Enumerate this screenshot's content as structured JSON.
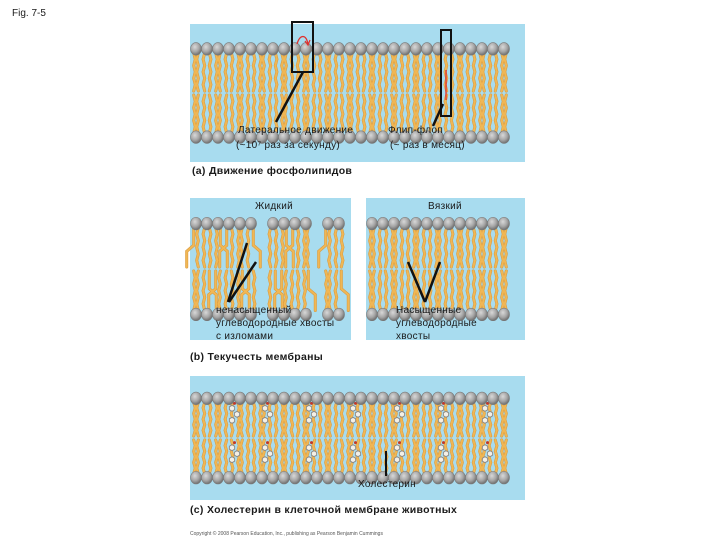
{
  "figure_label": "Fig. 7-5",
  "panel_a": {
    "caption": "(a) Движение фосфолипидов",
    "lateral_label": "Латеральное движение",
    "lateral_rate": "(~10⁷ раз за секунду)",
    "flipflop_label": "Флип-флоп",
    "flipflop_rate": "(~ раз в месяц)"
  },
  "panel_b": {
    "caption": "(b) Текучесть мембраны",
    "fluid_title": "Жидкий",
    "viscous_title": "Вязкий",
    "unsaturated_label": "ненасыщенный углеводородные хвосты с изломами",
    "saturated_label": "Насыщенные углеводородные хвосты"
  },
  "panel_c": {
    "caption": "(c) Холестерин в клеточной мембране животных",
    "cholesterol_label": "Холестерин"
  },
  "copyright": "Copyright © 2008 Pearson Education, Inc., publishing as Pearson Benjamin Cummings",
  "colors": {
    "water": "#a8dcef",
    "tail": "#f0b755",
    "tail_stroke": "#d9973a",
    "head": "#a5a5a5",
    "head_dark": "#7a7a7a",
    "arrow": "#e0312e"
  }
}
